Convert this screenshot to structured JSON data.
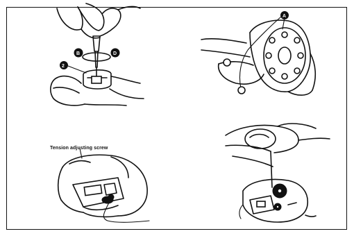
{
  "figure": {
    "label_tension": "Tension adjusting screw",
    "panels": [
      {
        "id": "p1",
        "icon": "screwdriver-hand-icon"
      },
      {
        "id": "p2",
        "icon": "bobbin-threading-icon"
      },
      {
        "id": "p3",
        "icon": "bobbin-case-icon"
      },
      {
        "id": "p4",
        "icon": "hand-holding-thread-icon"
      }
    ]
  }
}
